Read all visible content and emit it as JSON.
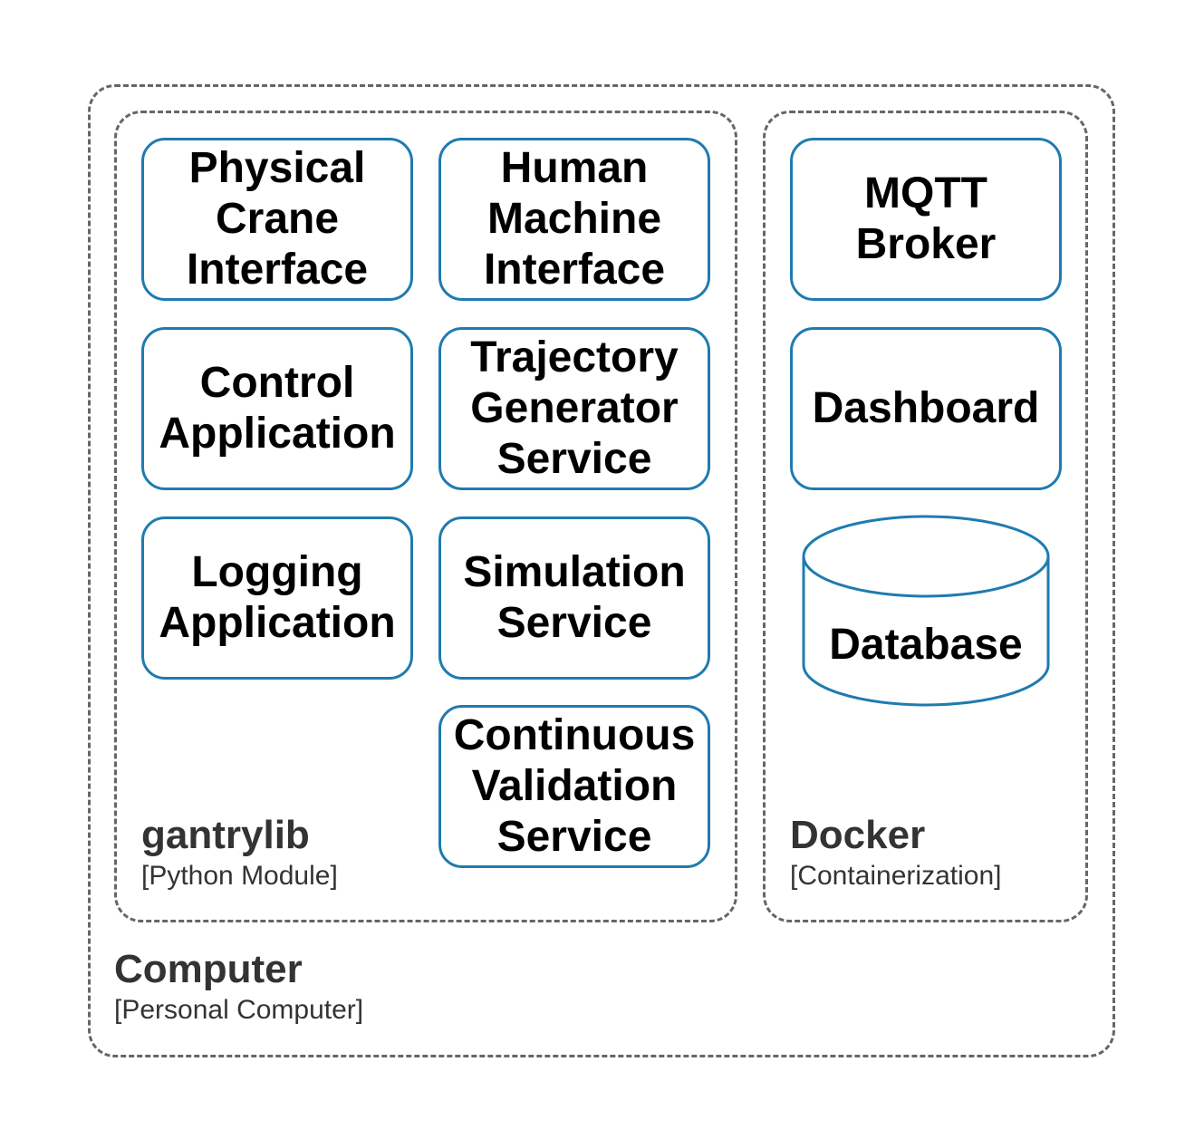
{
  "colors": {
    "boundary_border": "#666666",
    "component_border": "#1f7bb0",
    "text": "#000000",
    "boundary_text": "#333333"
  },
  "computer": {
    "title": "Computer",
    "subtitle": "[Personal Computer]"
  },
  "gantrylib": {
    "title": "gantrylib",
    "subtitle": "[Python Module]",
    "components": [
      {
        "label": "Physical\nCrane\nInterface"
      },
      {
        "label": "Human\nMachine\nInterface"
      },
      {
        "label": "Control\nApplication"
      },
      {
        "label": "Trajectory\nGenerator\nService"
      },
      {
        "label": "Logging\nApplication"
      },
      {
        "label": "Simulation\nService"
      },
      {
        "label": "Continuous\nValidation\nService"
      }
    ]
  },
  "docker": {
    "title": "Docker",
    "subtitle": "[Containerization]",
    "components": [
      {
        "label": "MQTT\nBroker"
      },
      {
        "label": "Dashboard"
      }
    ],
    "database": {
      "label": "Database"
    }
  }
}
